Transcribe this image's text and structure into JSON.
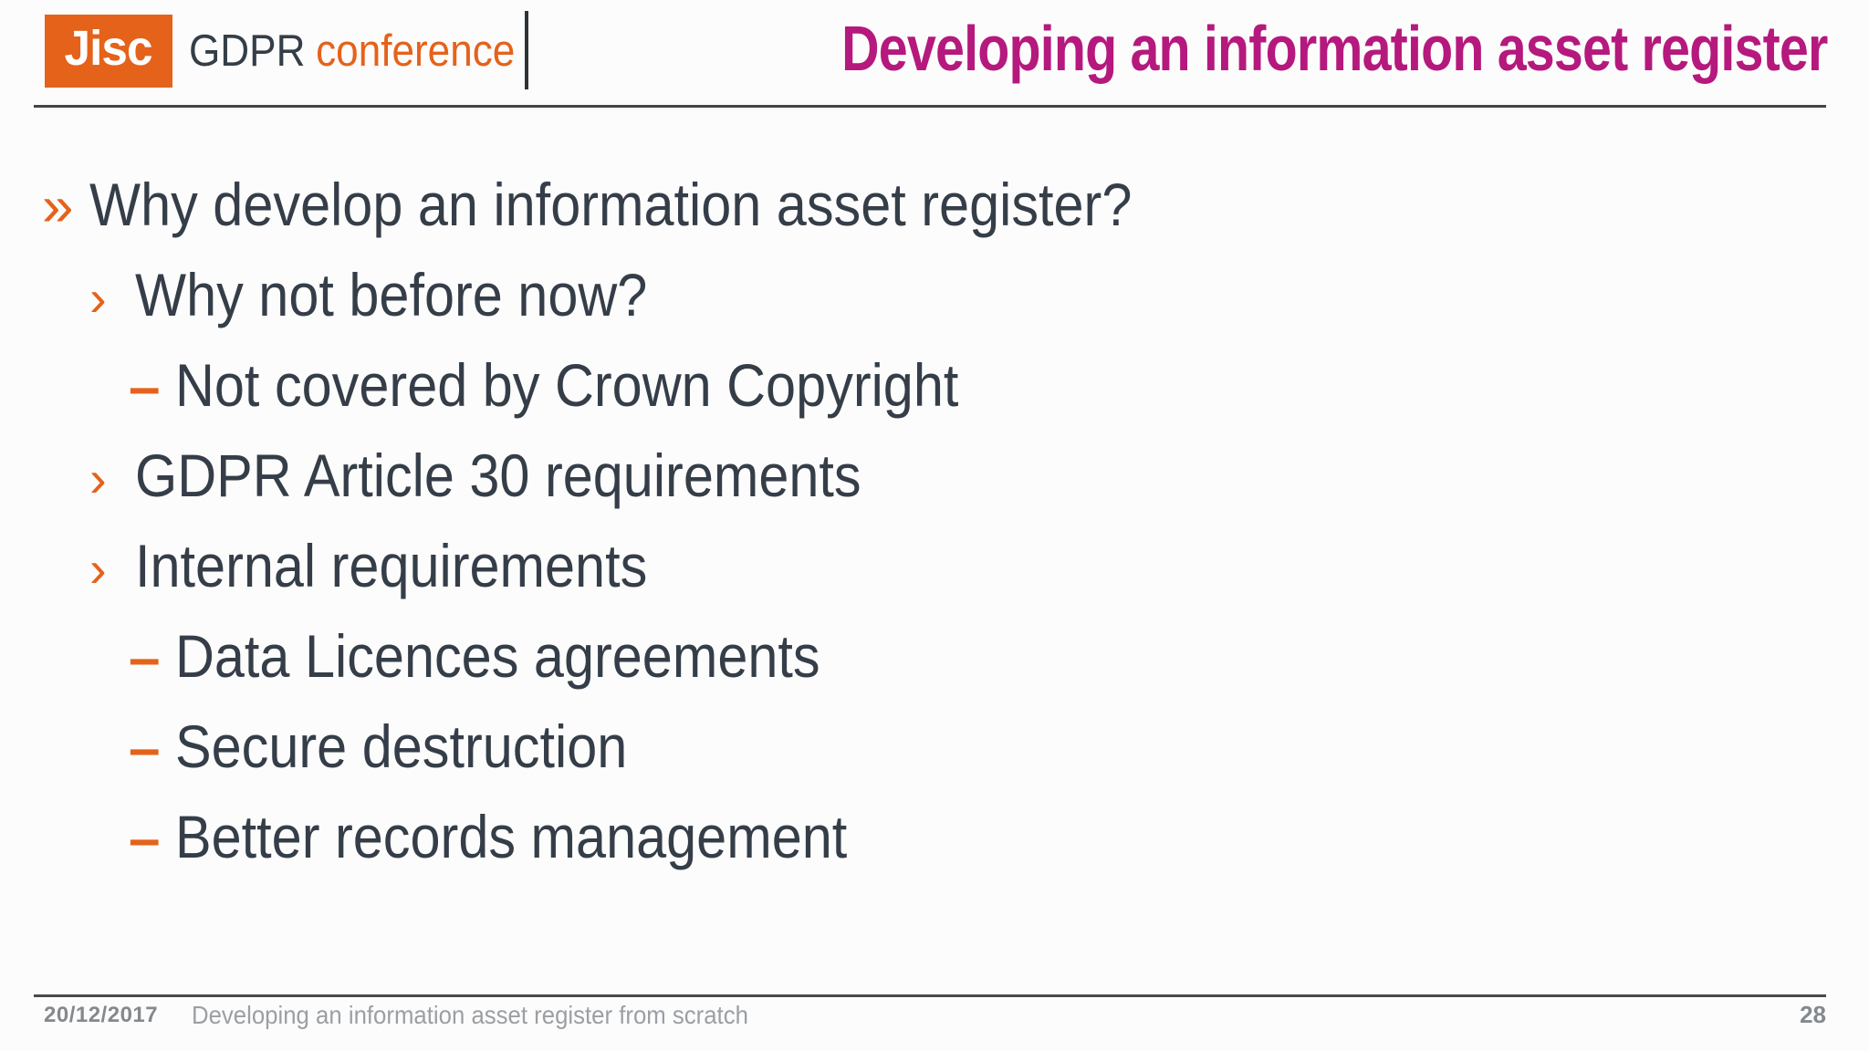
{
  "slide": {
    "header": {
      "logo": "Jisc",
      "event_name_primary": "GDPR",
      "event_name_secondary": "conference",
      "title": "Developing an information asset register"
    },
    "bullets": [
      {
        "level": 1,
        "marker": "»",
        "text": "Why develop an information asset register?"
      },
      {
        "level": 2,
        "marker": "›",
        "text": "Why not before now?"
      },
      {
        "level": 3,
        "marker": "–",
        "text": "Not covered by Crown Copyright"
      },
      {
        "level": 2,
        "marker": "›",
        "text": "GDPR Article 30 requirements"
      },
      {
        "level": 2,
        "marker": "›",
        "text": "Internal requirements"
      },
      {
        "level": 3,
        "marker": "–",
        "text": "Data Licences agreements"
      },
      {
        "level": 3,
        "marker": "–",
        "text": "Secure destruction"
      },
      {
        "level": 3,
        "marker": "–",
        "text": "Better records management"
      }
    ],
    "footer": {
      "date": "20/12/2017",
      "caption": "Developing an information asset register from scratch",
      "page_number": "28"
    },
    "colors": {
      "jisc_orange": "#E5621A",
      "title_magenta": "#B5197D",
      "body_text": "#353E48",
      "footer_gray": "#84898D"
    }
  }
}
